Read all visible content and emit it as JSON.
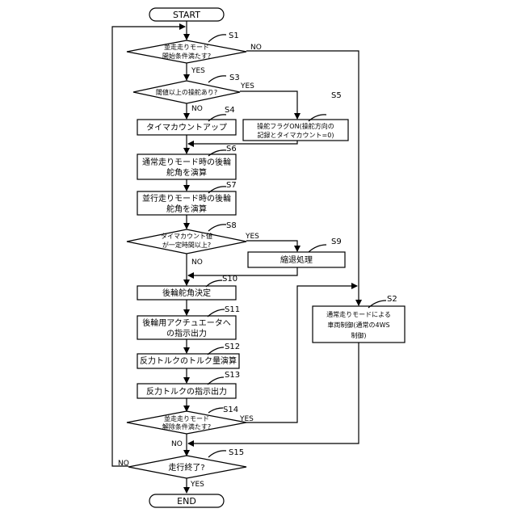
{
  "terminals": {
    "start": "START",
    "end": "END"
  },
  "decisions": {
    "s1": {
      "line1": "並走走りモード",
      "line2": "開始条件満たす?",
      "step": "S1",
      "yes": "YES",
      "no": "NO"
    },
    "s3": {
      "line1": "閾値以上の操舵あり?",
      "step": "S3",
      "yes": "YES",
      "no": "NO"
    },
    "s8": {
      "line1": "タイマカウント値",
      "line2": "が一定時間以上?",
      "step": "S8",
      "yes": "YES",
      "no": "NO"
    },
    "s14": {
      "line1": "並走走りモード",
      "line2": "解除条件満たす?",
      "step": "S14",
      "yes": "YES",
      "no": "NO"
    },
    "s15": {
      "line1": "走行終了?",
      "step": "S15",
      "yes": "YES",
      "no": "NO"
    }
  },
  "processes": {
    "s4": {
      "line1": "タイマカウントアップ",
      "step": "S4"
    },
    "s5": {
      "line1": "操舵フラグON(操舵方向の",
      "line2": "記録とタイマカウント=0)",
      "step": "S5"
    },
    "s6": {
      "line1": "通常走りモード時の後輪",
      "line2": "舵角を演算",
      "step": "S6"
    },
    "s7": {
      "line1": "並行走りモード時の後輪",
      "line2": "舵角を演算",
      "step": "S7"
    },
    "s9": {
      "line1": "縮退処理",
      "step": "S9"
    },
    "s10": {
      "line1": "後輪舵角決定",
      "step": "S10"
    },
    "s11": {
      "line1": "後輪用アクチュエータへ",
      "line2": "の指示出力",
      "step": "S11"
    },
    "s12": {
      "line1": "反力トルクのトルク量演算",
      "step": "S12"
    },
    "s13": {
      "line1": "反力トルクの指示出力",
      "step": "S13"
    },
    "s2": {
      "line1": "通常走りモードによる",
      "line2": "車両制御(通常の4WS",
      "line3": "制御)",
      "step": "S2"
    }
  }
}
